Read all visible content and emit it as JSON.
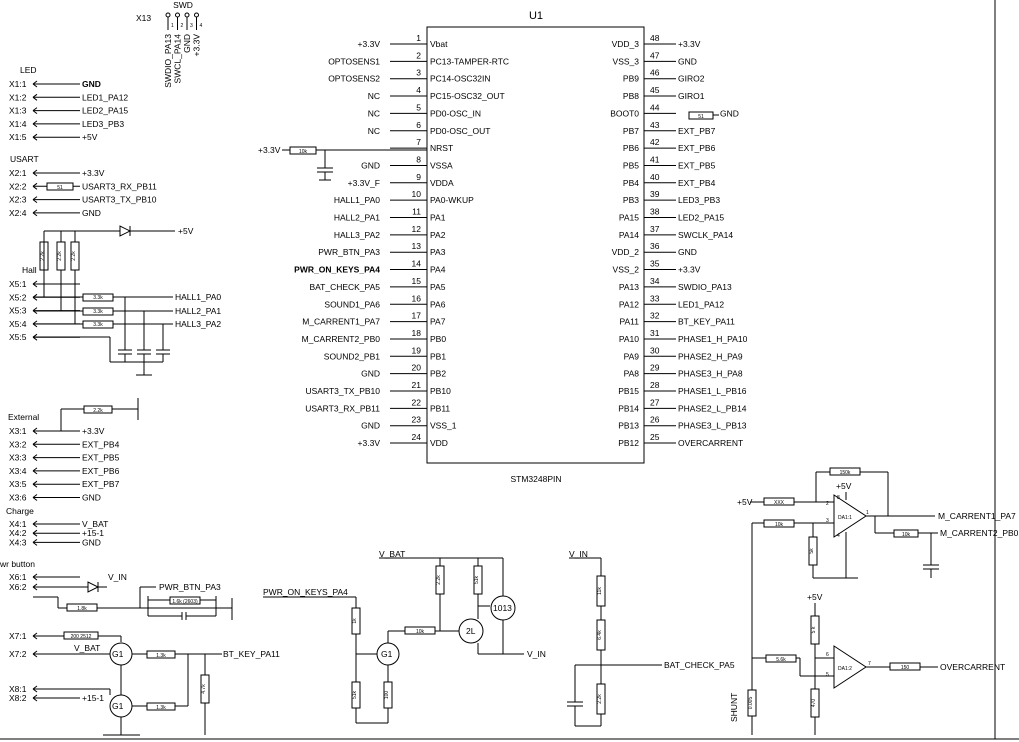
{
  "chip": {
    "ref": "U1",
    "part": "STM3248PIN",
    "left_pins": [
      {
        "num": "1",
        "name": "Vbat",
        "net": "+3.3V"
      },
      {
        "num": "2",
        "name": "PC13-TAMPER-RTC",
        "net": "OPTOSENS1"
      },
      {
        "num": "3",
        "name": "PC14-OSC32IN",
        "net": "OPTOSENS2"
      },
      {
        "num": "4",
        "name": "PC15-OSC32_OUT",
        "net": "NC"
      },
      {
        "num": "5",
        "name": "PD0-OSC_IN",
        "net": "NC"
      },
      {
        "num": "6",
        "name": "PD0-OSC_OUT",
        "net": "NC"
      },
      {
        "num": "7",
        "name": "NRST",
        "net": ""
      },
      {
        "num": "8",
        "name": "VSSA",
        "net": "GND"
      },
      {
        "num": "9",
        "name": "VDDA",
        "net": "+3.3V_F"
      },
      {
        "num": "10",
        "name": "PA0-WKUP",
        "net": "HALL1_PA0"
      },
      {
        "num": "11",
        "name": "PA1",
        "net": "HALL2_PA1"
      },
      {
        "num": "12",
        "name": "PA2",
        "net": "HALL3_PA2"
      },
      {
        "num": "13",
        "name": "PA3",
        "net": "PWR_BTN_PA3"
      },
      {
        "num": "14",
        "name": "PA4",
        "net": "PWR_ON_KEYS_PA4"
      },
      {
        "num": "15",
        "name": "PA5",
        "net": "BAT_CHECK_PA5"
      },
      {
        "num": "16",
        "name": "PA6",
        "net": "SOUND1_PA6"
      },
      {
        "num": "17",
        "name": "PA7",
        "net": "M_CARRENT1_PA7"
      },
      {
        "num": "18",
        "name": "PB0",
        "net": "M_CARRENT2_PB0"
      },
      {
        "num": "19",
        "name": "PB1",
        "net": "SOUND2_PB1"
      },
      {
        "num": "20",
        "name": "PB2",
        "net": "GND"
      },
      {
        "num": "21",
        "name": "PB10",
        "net": "USART3_TX_PB10"
      },
      {
        "num": "22",
        "name": "PB11",
        "net": "USART3_RX_PB11"
      },
      {
        "num": "23",
        "name": "VSS_1",
        "net": "GND"
      },
      {
        "num": "24",
        "name": "VDD",
        "net": "+3.3V"
      }
    ],
    "right_pins": [
      {
        "num": "48",
        "name": "VDD_3",
        "net": "+3.3V"
      },
      {
        "num": "47",
        "name": "VSS_3",
        "net": "GND"
      },
      {
        "num": "46",
        "name": "PB9",
        "net": "GIRO2"
      },
      {
        "num": "45",
        "name": "PB8",
        "net": "GIRO1"
      },
      {
        "num": "44",
        "name": "BOOT0",
        "net": "GND"
      },
      {
        "num": "43",
        "name": "PB7",
        "net": "EXT_PB7"
      },
      {
        "num": "42",
        "name": "PB6",
        "net": "EXT_PB6"
      },
      {
        "num": "41",
        "name": "PB5",
        "net": "EXT_PB5"
      },
      {
        "num": "40",
        "name": "PB4",
        "net": "EXT_PB4"
      },
      {
        "num": "39",
        "name": "PB3",
        "net": "LED3_PB3"
      },
      {
        "num": "38",
        "name": "PA15",
        "net": "LED2_PA15"
      },
      {
        "num": "37",
        "name": "PA14",
        "net": "SWCLK_PA14"
      },
      {
        "num": "36",
        "name": "VDD_2",
        "net": "GND"
      },
      {
        "num": "35",
        "name": "VSS_2",
        "net": "+3.3V"
      },
      {
        "num": "34",
        "name": "PA13",
        "net": "SWDIO_PA13"
      },
      {
        "num": "33",
        "name": "PA12",
        "net": "LED1_PA12"
      },
      {
        "num": "32",
        "name": "PA11",
        "net": "BT_KEY_PA11"
      },
      {
        "num": "31",
        "name": "PA10",
        "net": "PHASE1_H_PA10"
      },
      {
        "num": "30",
        "name": "PA9",
        "net": "PHASE2_H_PA9"
      },
      {
        "num": "29",
        "name": "PA8",
        "net": "PHASE3_H_PA8"
      },
      {
        "num": "28",
        "name": "PB15",
        "net": "PHASE1_L_PB16"
      },
      {
        "num": "27",
        "name": "PB14",
        "net": "PHASE2_L_PB14"
      },
      {
        "num": "26",
        "name": "PB13",
        "net": "PHASE3_L_PB13"
      },
      {
        "num": "25",
        "name": "PB12",
        "net": "OVERCARRENT"
      }
    ],
    "nrst_net": "+3.3V",
    "nrst_res": "10k",
    "boot_res": "51"
  },
  "swd": {
    "ref": "X13",
    "title": "SWD",
    "pins": [
      "1",
      "2",
      "3",
      "4"
    ],
    "nets": [
      "SWDIO_PA13",
      "SWCL_PA14",
      "GND",
      "+3.3V"
    ]
  },
  "connectors": [
    {
      "title": "LED",
      "pins": [
        {
          "pin": "X1:1",
          "net": "GND",
          "bold": true
        },
        {
          "pin": "X1:2",
          "net": "LED1_PA12"
        },
        {
          "pin": "X1:3",
          "net": "LED2_PA15"
        },
        {
          "pin": "X1:4",
          "net": "LED3_PB3"
        },
        {
          "pin": "X1:5",
          "net": "+5V"
        }
      ]
    },
    {
      "title": "USART",
      "pins": [
        {
          "pin": "X2:1",
          "net": "+3.3V"
        },
        {
          "pin": "X2:2",
          "net": "USART3_RX_PB11"
        },
        {
          "pin": "X2:3",
          "net": "USART3_TX_PB10"
        },
        {
          "pin": "X2:4",
          "net": "GND"
        }
      ]
    },
    {
      "title": "Hall",
      "pins": [
        {
          "pin": "X5:1",
          "net": ""
        },
        {
          "pin": "X5:2",
          "net": "HALL1_PA0"
        },
        {
          "pin": "X5:3",
          "net": "HALL2_PA1"
        },
        {
          "pin": "X5:4",
          "net": "HALL3_PA2"
        },
        {
          "pin": "X5:5",
          "net": ""
        }
      ]
    },
    {
      "title": "External",
      "pins": [
        {
          "pin": "X3:1",
          "net": "+3.3V"
        },
        {
          "pin": "X3:2",
          "net": "EXT_PB4"
        },
        {
          "pin": "X3:3",
          "net": "EXT_PB5"
        },
        {
          "pin": "X3:4",
          "net": "EXT_PB6"
        },
        {
          "pin": "X3:5",
          "net": "EXT_PB7"
        },
        {
          "pin": "X3:6",
          "net": "GND"
        }
      ]
    },
    {
      "title": "Charge",
      "pins": [
        {
          "pin": "X4:1",
          "net": "V_BAT"
        },
        {
          "pin": "X4:2",
          "net": "+15-1"
        },
        {
          "pin": "X4:3",
          "net": "GND"
        }
      ]
    },
    {
      "title": "wr button",
      "pins": [
        {
          "pin": "X6:1",
          "net": "V_IN"
        },
        {
          "pin": "X6:2",
          "net": ""
        }
      ]
    },
    {
      "title": "",
      "pins": [
        {
          "pin": "X7:1",
          "net": ""
        },
        {
          "pin": "X7:2",
          "net": "V_BAT"
        }
      ]
    },
    {
      "title": "",
      "pins": [
        {
          "pin": "X8:1",
          "net": ""
        },
        {
          "pin": "X8:2",
          "net": "+15-1"
        }
      ]
    }
  ],
  "labels": {
    "plus5v": "+5V",
    "usart_res": "51",
    "hall_res": "2.2k",
    "hall_ser": "3.3k",
    "ext_res": "2.2k",
    "pwr_btn": "PWR_BTN_PA3",
    "pwr_res1": "1.6k (2603)",
    "pwr_res2": "1.8k",
    "x7_res": "200 2512",
    "bt_key": "BT_KEY_PA11",
    "q_g1": "G1",
    "res_13k": "1.3k",
    "res_47k": "4.7k",
    "pwr_on_keys": "PWR_ON_KEYS_PA4",
    "v_bat": "V_BAT",
    "v_in": "V_IN",
    "res_1k": "1k",
    "res_10k": "10k",
    "res_22k": "2.2k",
    "res_51k": "51k",
    "q_2l": "2L",
    "q_1013": "1013",
    "res_51kb": "51k",
    "res_100": "100",
    "res_11k": "11k",
    "res_64k": "6.4k",
    "res_22k2": "2.2k",
    "bat_check": "BAT_CHECK_PA5",
    "opamp1": "DA1:1",
    "opamp2": "DA1:2",
    "res_xxx": "XXX",
    "res_150k": "150k",
    "res_10k_b": "10k",
    "res_5k": "5k",
    "res_10k_c": "10k",
    "m_carr1": "M_CARRENT1_PA7",
    "m_carr2": "M_CARRENT2_PB0",
    "res_5k_b": "5 k",
    "res_56k": "5.6k",
    "res_150": "150",
    "res_470": "470",
    "res_0005": "0.005",
    "shunt": "SHUNT",
    "overcarrent": "OVERCARRENT",
    "pin2": "2",
    "pin3": "3",
    "pin8": "8",
    "pin4": "4",
    "pin1": "1",
    "pin6": "6",
    "pin5": "5",
    "pin7": "7"
  }
}
